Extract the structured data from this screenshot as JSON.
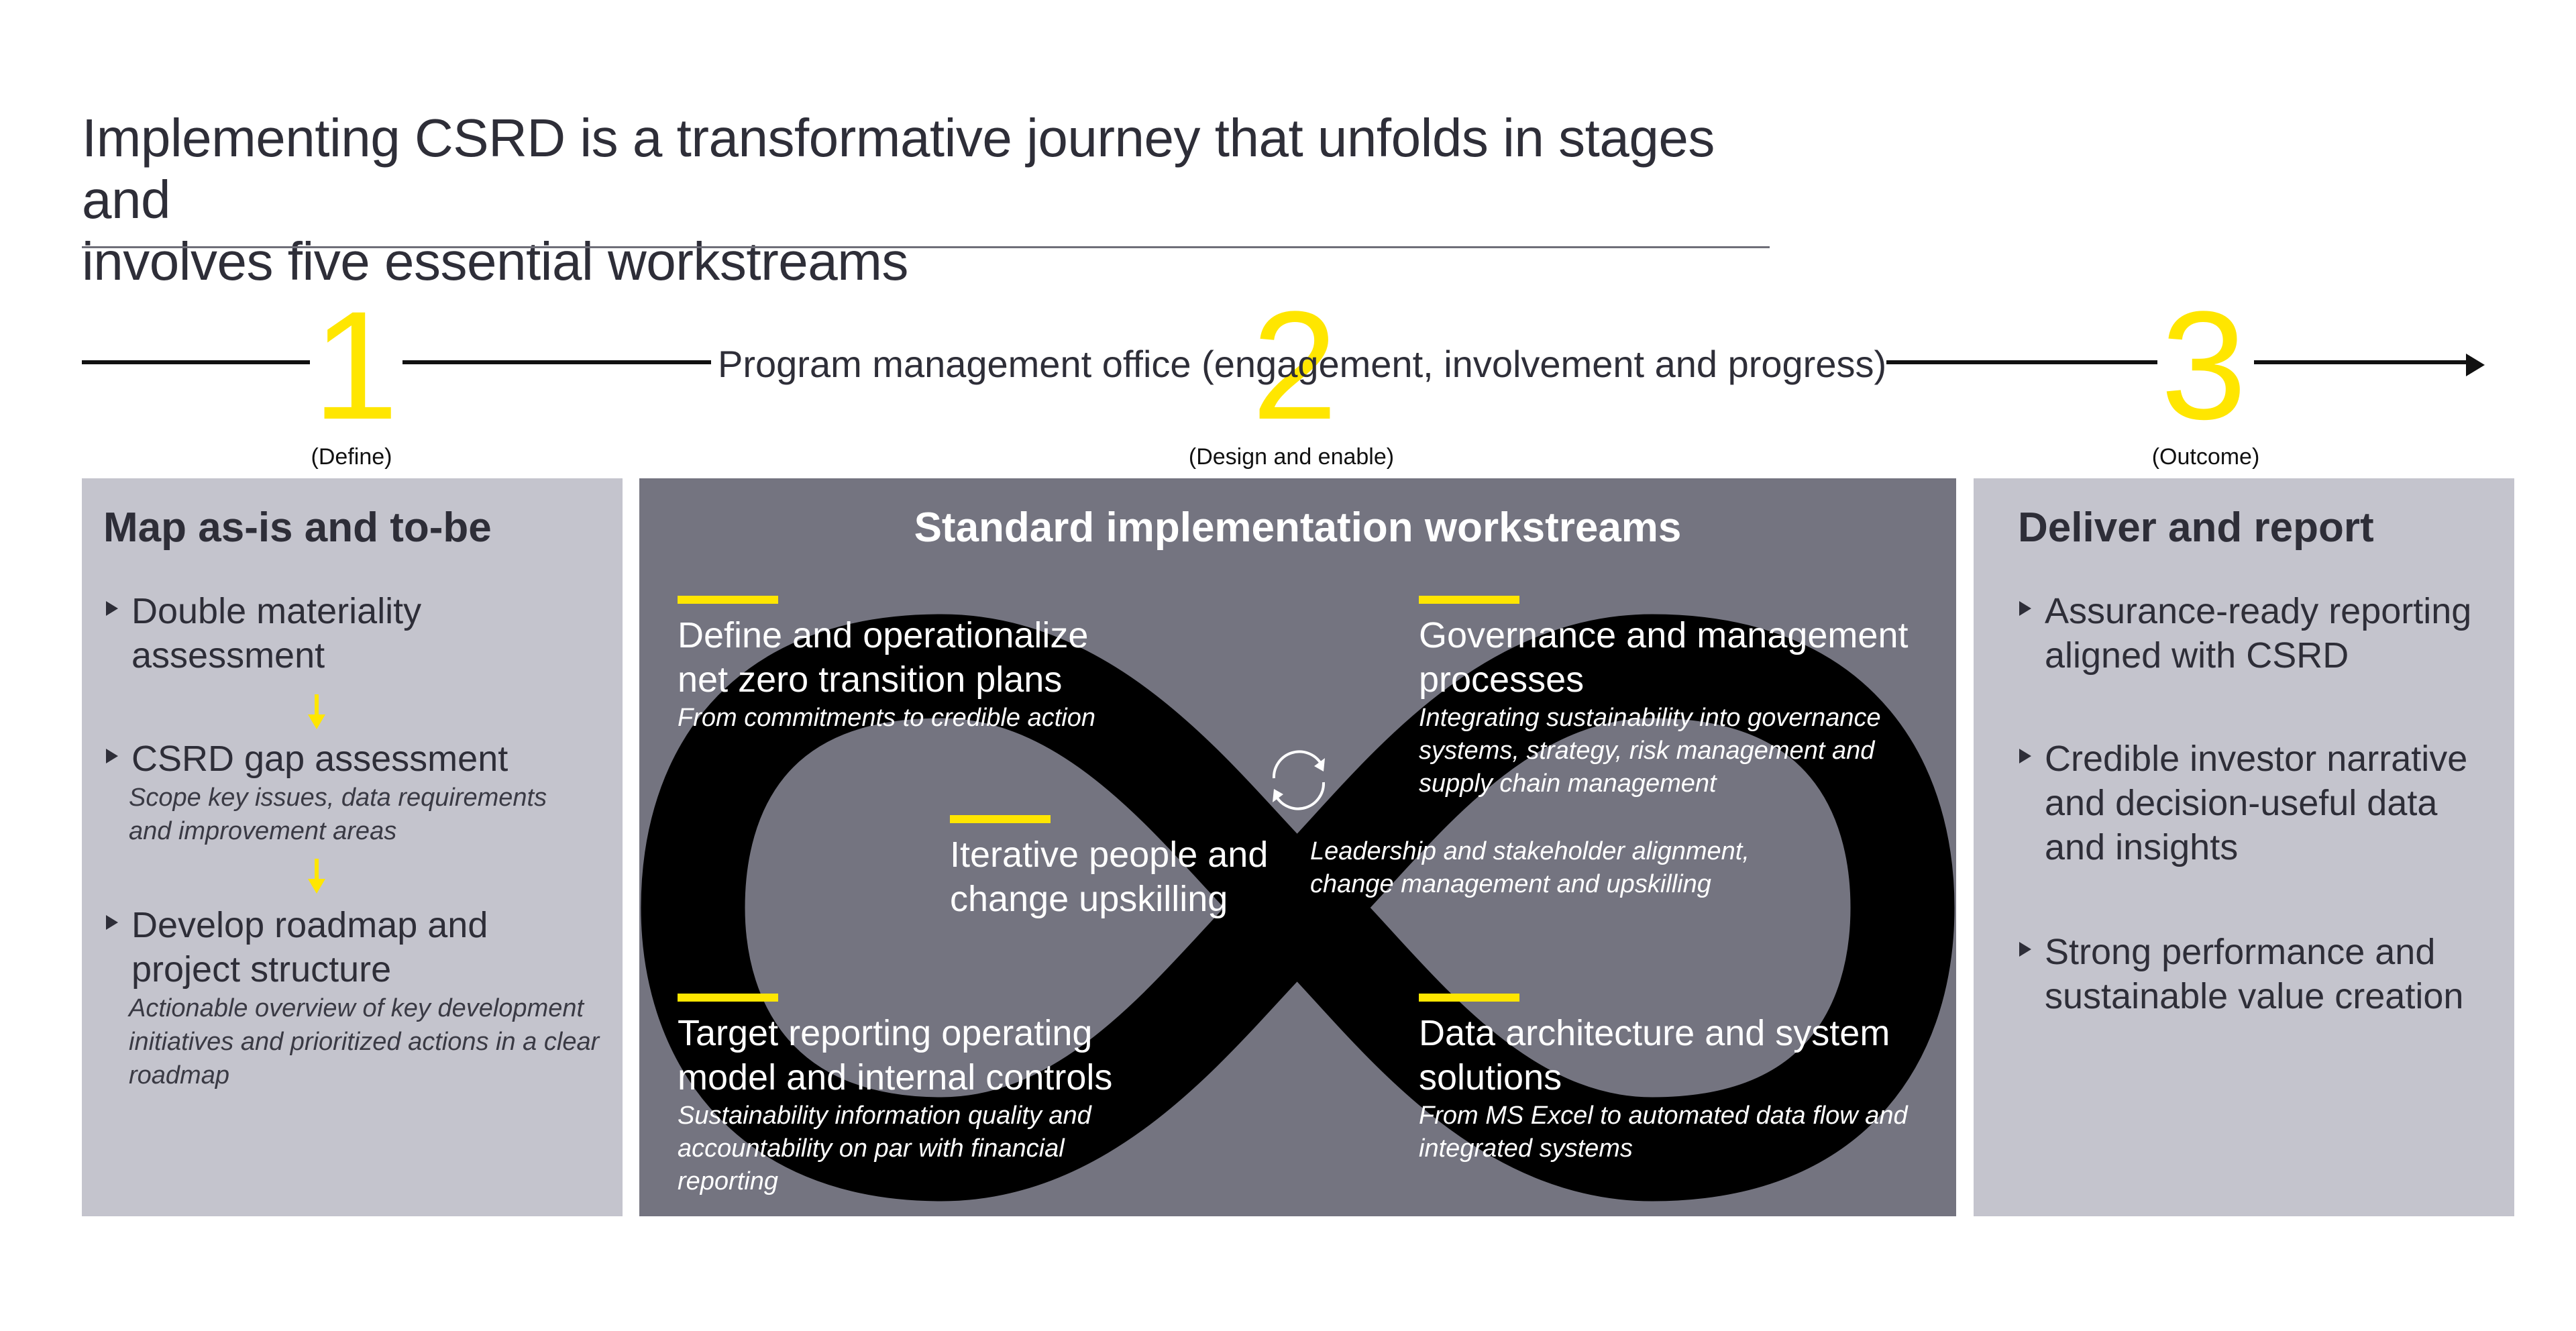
{
  "title": {
    "line1": "Implementing CSRD is a transformative journey that unfolds in stages and",
    "line2": "involves five essential workstreams"
  },
  "timeline": {
    "pmo_label": "Program management office (engagement, involvement and progress)",
    "stages": [
      {
        "number": "1",
        "label": "(Define)"
      },
      {
        "number": "2",
        "label": "(Design and enable)"
      },
      {
        "number": "3",
        "label": "(Outcome)"
      }
    ]
  },
  "left_panel": {
    "heading": "Map as-is and to-be",
    "items": [
      {
        "title": "Double materiality assessment",
        "subtitle": ""
      },
      {
        "title": "CSRD gap assessment",
        "subtitle": "Scope key issues, data requirements and improvement areas"
      },
      {
        "title": "Develop roadmap and project structure",
        "subtitle": "Actionable overview of key development initiatives and prioritized actions in a clear roadmap"
      }
    ]
  },
  "middle_panel": {
    "heading": "Standard implementation workstreams",
    "workstreams": [
      {
        "title": "Define and operationalize net zero transition plans",
        "subtitle": "From commitments to credible action"
      },
      {
        "title": "Governance and management processes",
        "subtitle": "Integrating sustainability into governance systems, strategy, risk management and supply chain management"
      },
      {
        "title": "Iterative people and change upskilling",
        "subtitle": "Leadership and stakeholder alignment, change management and upskilling"
      },
      {
        "title": "Target reporting operating model and internal controls",
        "subtitle": "Sustainability information quality and accountability on par with financial reporting"
      },
      {
        "title": "Data architecture and  system solutions",
        "subtitle": "From MS Excel to automated data flow and integrated systems"
      }
    ]
  },
  "right_panel": {
    "heading": "Deliver and report",
    "items": [
      {
        "title": "Assurance-ready reporting aligned with CSRD"
      },
      {
        "title": "Credible investor  narrative and decision-useful data and insights"
      },
      {
        "title": "Strong performance and sustainable value creation"
      }
    ]
  },
  "colors": {
    "accent_yellow": "#ffe600",
    "panel_light": "#c4c4cd",
    "panel_dark": "#747480",
    "infinity": "#000000",
    "text_dark": "#2e2e38"
  },
  "icons": {
    "bullet": "triangle-right-icon",
    "flow_arrow": "down-arrow-icon",
    "cycle": "refresh-cycle-icon"
  }
}
